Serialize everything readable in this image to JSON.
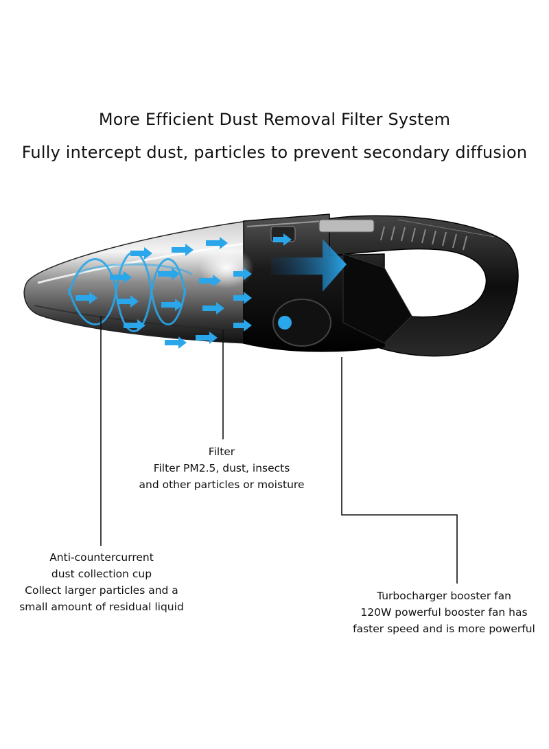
{
  "header": {
    "title": "More Efficient Dust Removal Filter System",
    "subtitle": "Fully intercept dust, particles to prevent secondary diffusion"
  },
  "callouts": {
    "filter": {
      "title": "Filter",
      "line1": "Filter PM2.5, dust, insects",
      "line2": "and other particles or moisture"
    },
    "cup": {
      "line1": "Anti-countercurrent",
      "line2": "dust collection cup",
      "line3": "Collect larger particles and a",
      "line4": "small amount of residual liquid"
    },
    "fan": {
      "title": "Turbocharger booster fan",
      "line1": "120W powerful booster fan has",
      "line2": "faster speed and is more powerful"
    }
  },
  "colors": {
    "airflow": "#2aa6ea",
    "body_dark": "#1a1a1a",
    "leader_line": "#111111"
  },
  "icons": [
    "handheld-vacuum-illustration",
    "airflow-arrow-icon",
    "spiral-airflow-icon"
  ]
}
